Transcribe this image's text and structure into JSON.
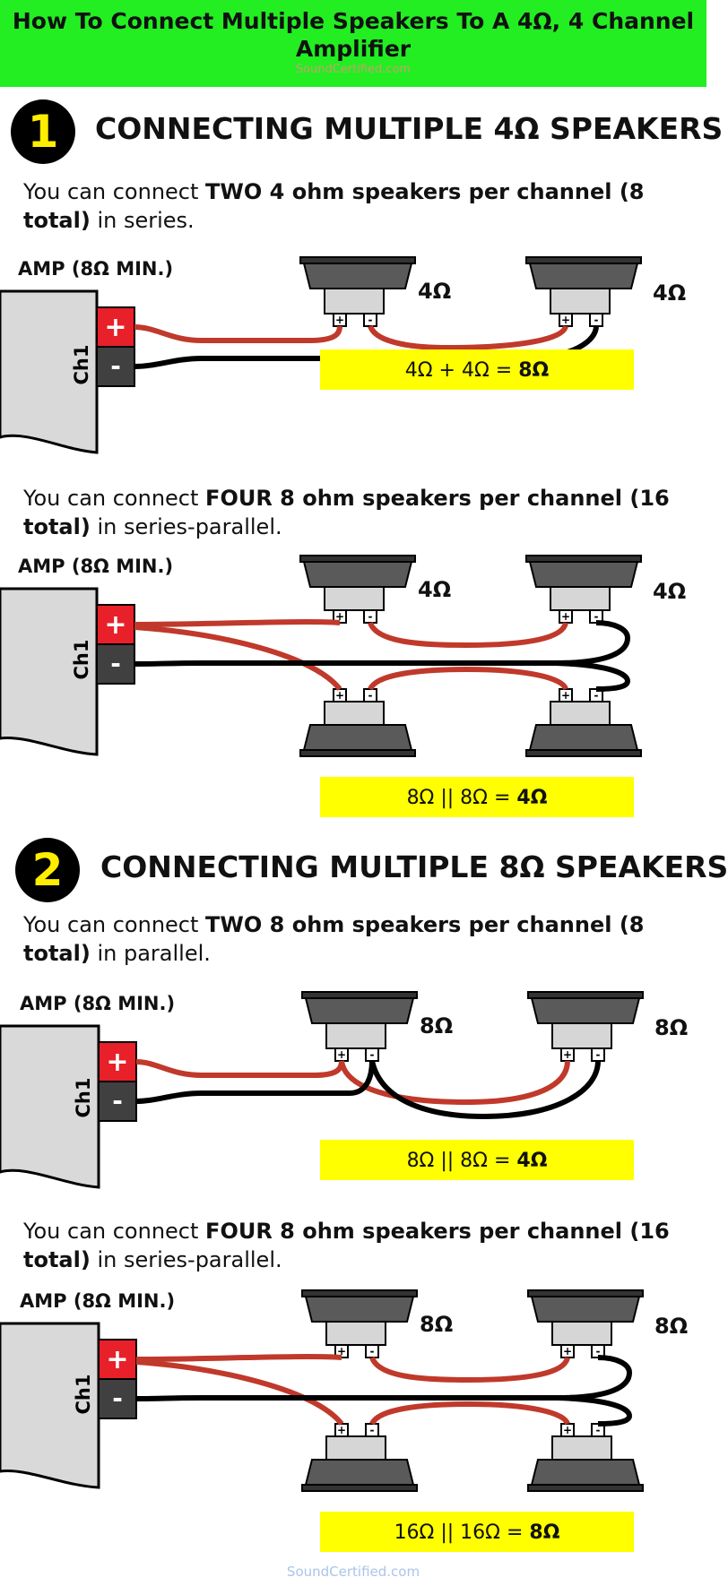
{
  "header": {
    "title": "How To Connect Multiple Speakers To A 4Ω, 4 Channel Amplifier",
    "source": "SoundCertified.com"
  },
  "sections": [
    {
      "number": "1",
      "title": "CONNECTING MULTIPLE 4Ω SPEAKERS",
      "examples": [
        {
          "text_pre": "You can connect ",
          "text_bold": "TWO 4 ohm speakers per channel (8 total)",
          "text_post": " in series.",
          "amp_label": "AMP (8Ω MIN.)",
          "channel": "Ch1",
          "speaker_labels": [
            "4Ω",
            "4Ω"
          ],
          "formula_pre": "4Ω + 4Ω = ",
          "formula_bold": "8Ω"
        },
        {
          "text_pre": "You can connect ",
          "text_bold": "FOUR 8 ohm speakers per channel (16 total)",
          "text_post": " in series-parallel.",
          "amp_label": "AMP (8Ω MIN.)",
          "channel": "Ch1",
          "speaker_labels": [
            "4Ω",
            "4Ω"
          ],
          "formula_pre": "8Ω || 8Ω = ",
          "formula_bold": "4Ω"
        }
      ]
    },
    {
      "number": "2",
      "title": "CONNECTING MULTIPLE 8Ω SPEAKERS",
      "examples": [
        {
          "text_pre": "You can connect ",
          "text_bold": "TWO 8 ohm speakers per channel (8 total)",
          "text_post": " in parallel.",
          "amp_label": "AMP (8Ω MIN.)",
          "channel": "Ch1",
          "speaker_labels": [
            "8Ω",
            "8Ω"
          ],
          "formula_pre": "8Ω || 8Ω = ",
          "formula_bold": "4Ω"
        },
        {
          "text_pre": "You can connect ",
          "text_bold": "FOUR 8 ohm speakers per channel (16 total)",
          "text_post": " in series-parallel.",
          "amp_label": "AMP (8Ω MIN.)",
          "channel": "Ch1",
          "speaker_labels": [
            "8Ω",
            "8Ω"
          ],
          "formula_pre": "16Ω || 16Ω = ",
          "formula_bold": "8Ω"
        }
      ]
    }
  ],
  "terminal_symbols": {
    "positive": "+",
    "negative": "-"
  },
  "footer": {
    "source": "SoundCertified.com"
  },
  "colors": {
    "header_bg": "#22ee22",
    "badge_text": "#ffee00",
    "formula_bg": "#ffff00",
    "positive_terminal": "#e8202a",
    "negative_terminal": "#404040",
    "wire_positive": "#c0392b",
    "wire_negative": "#000000",
    "amp_body": "#d9d9d9"
  }
}
